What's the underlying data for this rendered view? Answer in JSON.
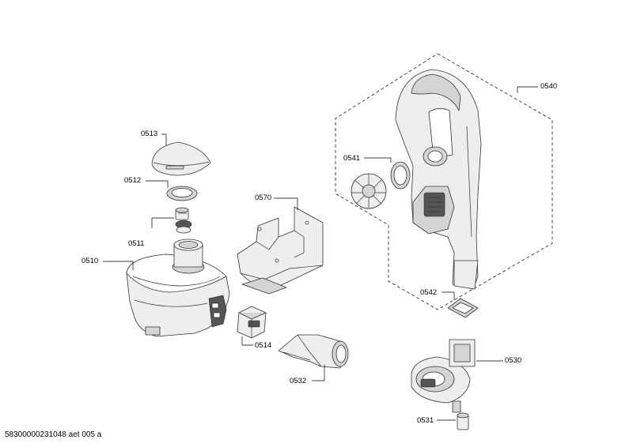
{
  "labels": {
    "p0510": "0510",
    "p0511": "0511",
    "p0512": "0512",
    "p0513": "0513",
    "p0514": "0514",
    "p0530": "0530",
    "p0531": "0531",
    "p0532": "0532",
    "p0540": "0540",
    "p0541": "0541",
    "p0542": "0542",
    "p0570": "0570"
  },
  "footer": "58300000231048 aet 005 a"
}
